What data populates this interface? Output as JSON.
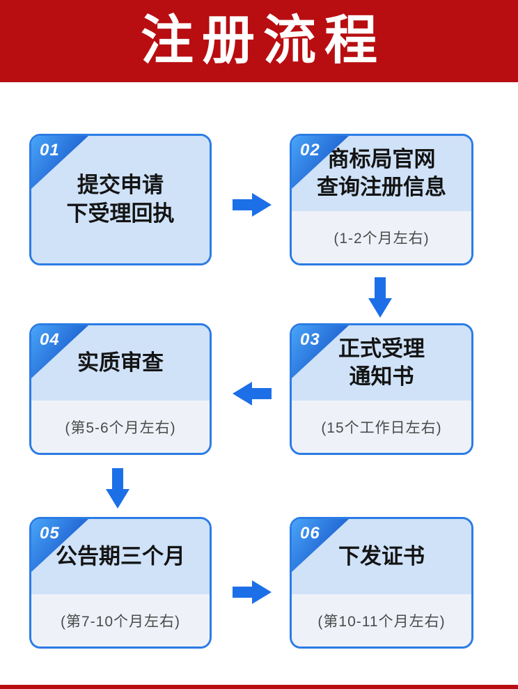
{
  "banner": {
    "title": "注册流程"
  },
  "steps": [
    {
      "number": "01",
      "title": "提交申请\n下受理回执",
      "subtitle": ""
    },
    {
      "number": "02",
      "title": "商标局官网\n查询注册信息",
      "subtitle": "(1-2个月左右)"
    },
    {
      "number": "03",
      "title": "正式受理\n通知书",
      "subtitle": "(15个工作日左右)"
    },
    {
      "number": "04",
      "title": "实质审查",
      "subtitle": "(第5-6个月左右)"
    },
    {
      "number": "05",
      "title": "公告期三个月",
      "subtitle": "(第7-10个月左右)"
    },
    {
      "number": "06",
      "title": "下发证书",
      "subtitle": "(第10-11个月左右)"
    }
  ],
  "colors": {
    "banner_red": "#b80e11",
    "box_border_blue": "#2b7ce5",
    "box_title_bg": "#cfe2f8",
    "box_subtitle_bg": "#eef2f8",
    "badge_gradient_start": "#46a0f5",
    "badge_gradient_end": "#1351c8",
    "arrow_blue": "#1d6fe8"
  }
}
